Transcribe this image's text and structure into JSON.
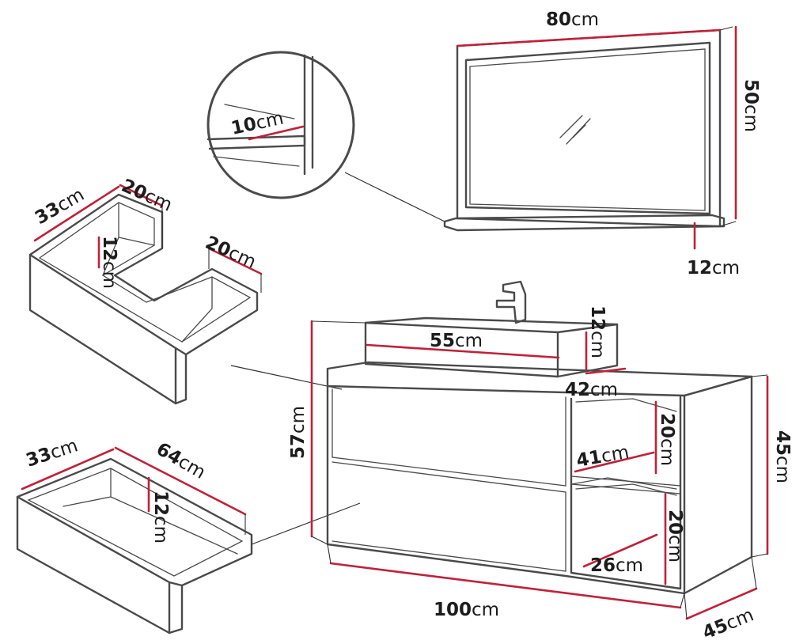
{
  "unit": "cm",
  "mirror": {
    "width": "80",
    "height": "50",
    "shelf_depth": "12"
  },
  "detail": {
    "shelf_thickness": "10"
  },
  "drawer_top": {
    "depth": "33",
    "notch_width": "20",
    "right_depth": "20",
    "inner_height": "12"
  },
  "drawer_bottom": {
    "depth": "33",
    "width": "64",
    "height": "12"
  },
  "basin": {
    "width": "55",
    "height": "12",
    "depth": "42"
  },
  "cabinet": {
    "height": "57",
    "right_height": "45",
    "width": "100",
    "depth": "45"
  },
  "shelves": {
    "width": "41",
    "upper_height": "20",
    "lower_height": "20",
    "depth": "26"
  },
  "colors": {
    "outline": "#4a4a4a",
    "dimension": "#c0213a",
    "text": "#1c1c1c"
  }
}
